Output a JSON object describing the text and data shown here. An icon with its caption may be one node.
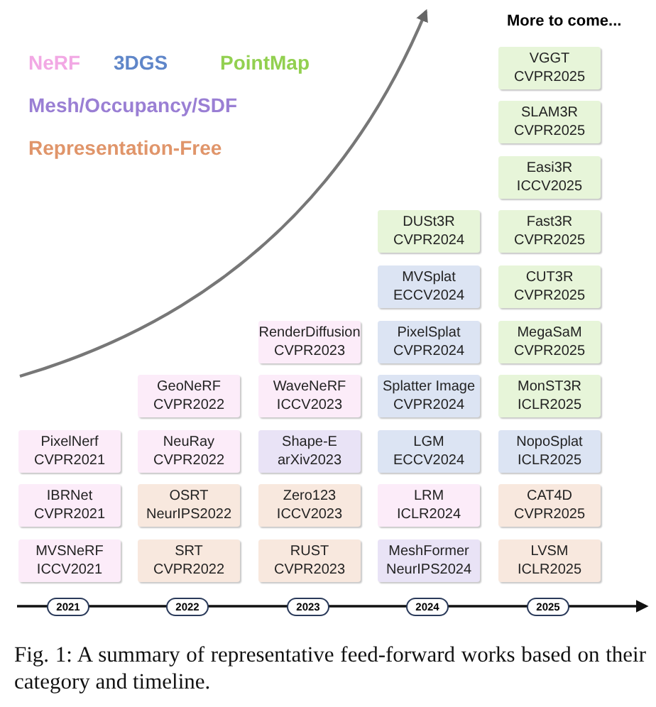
{
  "diagram": {
    "caption": "Fig. 1: A summary of representative feed-forward works based on their category and timeline.",
    "nodes": [
      {
        "text": [
          "PixelNerf",
          "CVPR2021"
        ]
      },
      {
        "text": [
          "IBRNet",
          "CVPR2021"
        ]
      },
      {
        "text": [
          "MVSNeRF",
          "ICCV2021"
        ]
      },
      {
        "text": [
          "GeoNeRF",
          "CVPR2022"
        ]
      },
      {
        "text": [
          "NeuRay",
          "CVPR2022"
        ]
      },
      {
        "text": [
          "OSRT",
          "NeurIPS2022"
        ]
      },
      {
        "text": [
          "SRT",
          "CVPR2022"
        ]
      },
      {
        "text": [
          "RenderDiffusion",
          "CVPR2023"
        ]
      },
      {
        "text": [
          "WaveNeRF",
          "ICCV2023"
        ]
      },
      {
        "text": [
          "Shape-E",
          "arXiv2023"
        ]
      },
      {
        "text": [
          "Zero123",
          "ICCV2023"
        ]
      },
      {
        "text": [
          "RUST",
          "CVPR2023"
        ]
      },
      {
        "text": [
          "DUSt3R",
          "CVPR2024"
        ]
      },
      {
        "text": [
          "MVSplat",
          "ECCV2024"
        ]
      },
      {
        "text": [
          "PixelSplat",
          "CVPR2024"
        ]
      },
      {
        "text": [
          "Splatter Image",
          "CVPR2024"
        ]
      },
      {
        "text": [
          "LGM",
          "ECCV2024"
        ]
      },
      {
        "text": [
          "LRM",
          "ICLR2024"
        ]
      },
      {
        "text": [
          "MeshFormer",
          "NeurIPS2024"
        ]
      },
      {
        "text": [
          "VGGT",
          "CVPR2025"
        ]
      },
      {
        "text": [
          "SLAM3R",
          "CVPR2025"
        ]
      },
      {
        "text": [
          "Easi3R",
          "ICCV2025"
        ]
      },
      {
        "text": [
          "Fast3R",
          "CVPR2025"
        ]
      },
      {
        "text": [
          "CUT3R",
          "CVPR2025"
        ]
      },
      {
        "text": [
          "MegaSaM",
          "CVPR2025"
        ]
      },
      {
        "text": [
          "MonST3R",
          "ICLR2025"
        ]
      },
      {
        "text": [
          "NopoSplat",
          "ICLR2025"
        ]
      },
      {
        "text": [
          "CAT4D",
          "CVPR2025"
        ]
      },
      {
        "text": [
          "LVSM",
          "ICLR2025"
        ]
      }
    ],
    "labels": [
      "More to come...",
      "2021",
      "2022",
      "2023",
      "2024",
      "2025"
    ],
    "legend": [
      {
        "text": "NeRF",
        "color": "#f2a8e4"
      },
      {
        "text": "3DGS",
        "color": "#5f86c9"
      },
      {
        "text": "PointMap",
        "color": "#92d050"
      },
      {
        "text": "Mesh/Occupancy/SDF",
        "color": "#9a7fd4"
      },
      {
        "text": "Representation-Free",
        "color": "#e0956a"
      }
    ]
  }
}
